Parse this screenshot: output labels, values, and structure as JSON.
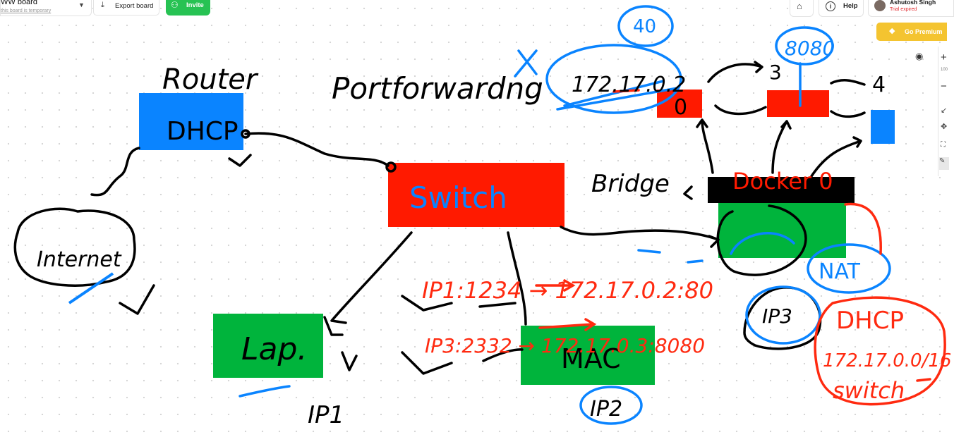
{
  "toolbar": {
    "board_title": "WW board",
    "board_subtitle": "this board is temporary",
    "export_label": "Export board",
    "invite_label": "Invite",
    "help_label": "Help",
    "user_name": "Ashutosh Singh",
    "trial_status": "Trial expired",
    "premium_label": "Go Premium",
    "zoom_level": "100"
  },
  "icons": {
    "board_menu": "chevron-down-icon",
    "export": "download-icon",
    "invite": "add-user-icon",
    "home": "home-icon",
    "help": "info-icon",
    "premium": "diamond-icon",
    "view": "eye-icon"
  },
  "colors": {
    "accent_green": "#27c253",
    "premium_yellow": "#f4c430",
    "blue": "#0a84ff",
    "red": "#ff1a00",
    "green": "#00b43c",
    "ink": "#000000",
    "marker_red": "#ff2a10"
  },
  "canvas": {
    "labels": {
      "router": "Router",
      "router_box": "DHCP",
      "internet": "Internet",
      "portforwarding": "Portforwardng",
      "switch": "Switch",
      "bridge": "Bridge",
      "docker": "Docker 0",
      "lap": "Lap.",
      "ip1": "IP1",
      "mac": "MAC",
      "ip2": "IP2",
      "forward1": "IP1:1234 → 172.17.0.2:80",
      "forward2": "IP3:2332 → 172.17.0.3:8080",
      "ip_top": "172.17.0.2",
      "circle_40": "40",
      "port_8080": "8080",
      "n0": "0",
      "n3": "3",
      "n4": "4",
      "nat": "NAT",
      "ip3": "IP3",
      "dhcp": "DHCP",
      "subnet": "172.17.0.0/16",
      "switch_note": "switch",
      "x_mark": "X"
    }
  }
}
